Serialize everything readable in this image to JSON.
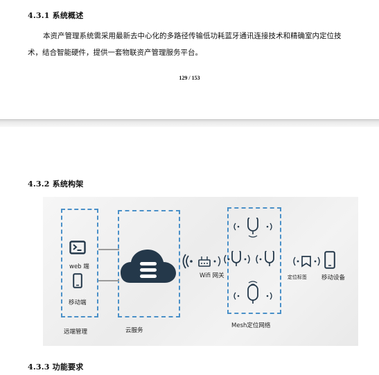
{
  "section_431": {
    "heading": "4.3.1 系统概述",
    "para_line1": "本资产管理系统需采用最新去中心化的多路径传输低功耗蓝牙通讯连接技术和精确室内定位技",
    "para_line2": "术，结合智能硬件，提供一套物联资产管理服务平台。"
  },
  "page_number": "129 / 153",
  "section_432": {
    "heading": "4.3.2 系统构架"
  },
  "figure": {
    "web_label": "web 端",
    "mobile_label": "移动端",
    "remote_label": "远端管理",
    "cloud_label": "云服务",
    "wifi_label": "Wifi 网关",
    "mesh_label": "Mesh定位网络",
    "tag_label": "定位标签",
    "device_label": "移动设备",
    "accent_color": "#4a90c8",
    "icon_color": "#24384a"
  },
  "section_433": {
    "heading": "4.3.3 功能要求"
  }
}
